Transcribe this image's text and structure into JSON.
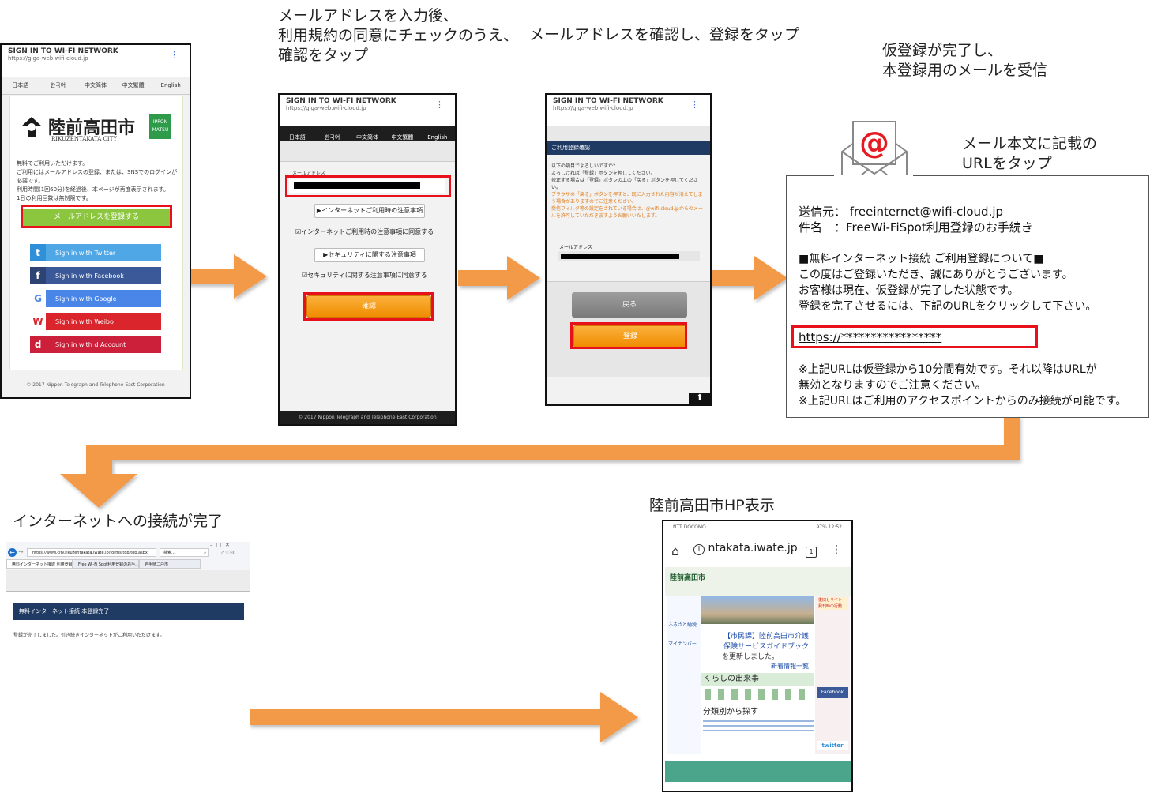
{
  "captions": {
    "step2": "メールアドレスを入力後、\n利用規約の同意にチェックのうえ、\n確認をタップ",
    "step3": "メールアドレスを確認し、登録をタップ",
    "step4": "仮登録が完了し、\n本登録用のメールを受信",
    "step4b": "メール本文に記載の\nURLをタップ",
    "step5": "インターネットへの接続が完了",
    "step6": "陸前高田市HP表示"
  },
  "colors": {
    "arrow": "#f39a4a",
    "highlight": "#e8101a",
    "orange_btn": "#f59a10",
    "green_btn": "#8cc63f",
    "navy": "#1f3b63"
  },
  "portal": {
    "title": "SIGN IN TO WI-FI NETWORK",
    "url1": "https://giga-web.wifi-cloud.jp",
    "url2": "https://giga-web.wifi-cloud.jp",
    "languages": [
      "日本語",
      "한국어",
      "中文简体",
      "中文繁體",
      "English"
    ],
    "footer": "© 2017 Nippon Telegraph and Telephone East Corporation"
  },
  "screen1": {
    "city_name": "陸前高田市",
    "city_roman": "RIKUZENTAKATA CITY",
    "badge": "IPPON MATSU",
    "bullets": [
      "無料でご利用いただけます。",
      "ご利用にはメールアドレスの登録、または、SNSでのログインが必要です。",
      "利用時間(1回60分)を経過後、本ページが再度表示されます。",
      "1日の利用回数は無制限です。"
    ],
    "register_button": "メールアドレスを登録する",
    "social": [
      "Sign in with Twitter",
      "Sign in with Facebook",
      "Sign in with Google",
      "Sign in with Weibo",
      "Sign in with d Account"
    ]
  },
  "screen2": {
    "email_label": "メールアドレス",
    "notice_button1": "インターネットご利用時の注意事項",
    "agree1": "インターネットご利用時の注意事項に同意する",
    "notice_button2": "セキュリティに関する注意事項",
    "agree2": "セキュリティに関する注意事項に同意する",
    "confirm_button": "確認"
  },
  "screen3": {
    "header": "ご利用登録確認",
    "text_lines": [
      "以下の項目でよろしいですか?",
      "よろしければ「登録」ボタンを押してください。",
      "修正する場合は「登録」ボタンの上の「戻る」ボタンを押してください。"
    ],
    "warn_lines": [
      "ブラウザの「戻る」ボタンを押すと、既に入力された内容が消えてしまう場合がありますのでご注意ください。",
      "受信フィルタ等の設定をされている場合は、@wifi-cloud.jpからのメールを許可していただきますようお願いいたします。"
    ],
    "email_label": "メールアドレス",
    "back_button": "戻る",
    "register_button": "登録"
  },
  "email": {
    "from": "送信元： freeinternet@wifi-cloud.jp",
    "subject": "件名　：FreeWi-FiSpot利用登録のお手続き",
    "heading": "■無料インターネット接続 ご利用登録について■",
    "body": [
      "この度はご登録いただき、誠にありがとうございます。",
      "お客様は現在、仮登録が完了した状態です。",
      "登録を完了させるには、下記のURLをクリックして下さい。"
    ],
    "url": "https://*****************",
    "notes": [
      "※上記URLは仮登録から10分間有効です。それ以降はURLが",
      "無効となりますのでご注意ください。",
      "※上記URLはご利用のアクセスポイントからのみ接続が可能です。"
    ]
  },
  "browser": {
    "address": "https://www.city.rikuzentakata.iwate.jp/forms/top/top.aspx",
    "search": "検索...",
    "tabs": [
      "無料インターネット接続 利用登録",
      "Free Wi-Fi Spot利用登録のお手...",
      "岩手県二戸市"
    ],
    "header": "無料インターネット接続 本登録完了",
    "message": "登録が完了しました。引き続きインターネットがご利用いただけます。"
  },
  "city_hp": {
    "status_carrier": "NTT DOCOMO",
    "status_right": "97% 12:52",
    "url": "ntakata.iwate.jp",
    "tab_count": "1",
    "logo": "陸前高田市",
    "news_title": "【市民課】陸前高田市介護",
    "news_line2": "保険サービスガイドブック",
    "news_line3": "を更新しました。",
    "more": "新着情報一覧",
    "section1": "くらしの出来事",
    "section2": "分類別から探す",
    "side_labels": [
      "ふるさと納税",
      "マイナンバー"
    ],
    "right_labels": [
      "Facebook",
      "twitter"
    ],
    "disaster": "復旧とサイト\n発刊時の行動"
  }
}
